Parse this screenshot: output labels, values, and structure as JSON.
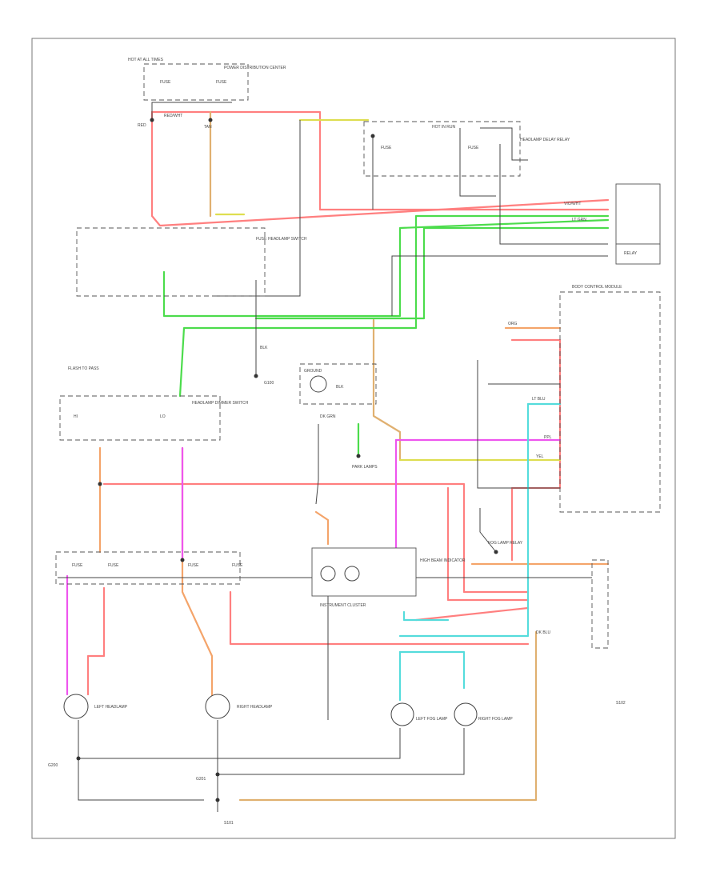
{
  "diagram": {
    "page_ref": "",
    "colors": {
      "red": "#ff7f7f",
      "pink": "#ff8fa0",
      "orange": "#f4a46a",
      "tan": "#e0b070",
      "yellow": "#dede50",
      "green": "#4cdc4c",
      "violet": "#ee55ee",
      "cyan": "#55dcdc",
      "black": "#444444",
      "gray": "#999999"
    },
    "labels": [
      "HOT AT ALL TIMES",
      "FUSE",
      "FUSE",
      "POWER DISTRIBUTION CENTER",
      "HEADLAMP SWITCH",
      "RED",
      "RED/WHT",
      "FUSE",
      "FUSE",
      "HEADLAMP DELAY RELAY",
      "RELAY",
      "LT GRN",
      "VIO/WHT",
      "HOT IN RUN",
      "FUSE",
      "TAN",
      "BLK",
      "G100",
      "HEADLAMP DIMMER SWITCH",
      "HI",
      "LO",
      "FLASH TO PASS",
      "DK GRN",
      "BLK",
      "GROUND",
      "PARK LAMPS",
      "LT BLU",
      "FUSE",
      "FUSE",
      "FUSE",
      "FUSE",
      "LEFT HEADLAMP",
      "RIGHT HEADLAMP",
      "HIGH BEAM INDICATOR",
      "INSTRUMENT CLUSTER",
      "LEFT FOG LAMP",
      "RIGHT FOG LAMP",
      "FOG LAMP RELAY",
      "BODY CONTROL MODULE",
      "ORG",
      "YEL",
      "PPL",
      "DK BLU",
      "G200",
      "G201",
      "S101",
      "S102"
    ]
  }
}
